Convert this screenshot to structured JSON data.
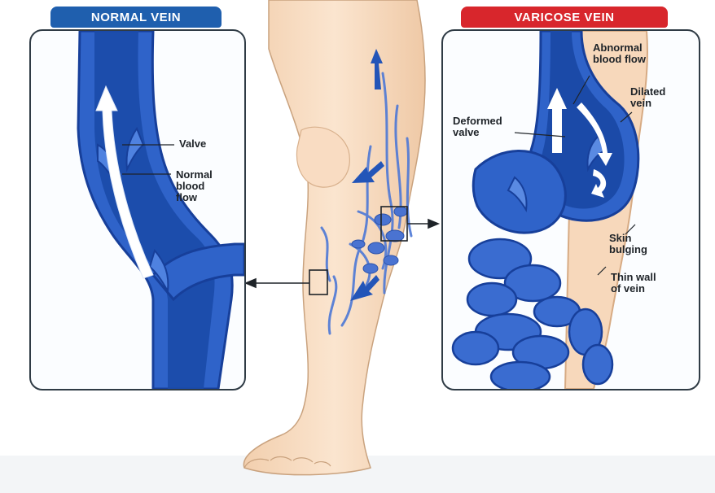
{
  "normal_vein": {
    "title": "NORMAL VEIN",
    "labels": {
      "valve": "Valve",
      "normal_blood_flow": "Normal\nblood\nflow"
    }
  },
  "varicose_vein": {
    "title": "VARICOSE VEIN",
    "labels": {
      "abnormal_blood_flow": "Abnormal\nblood flow",
      "dilated_vein": "Dilated\nvein",
      "deformed_valve": "Deformed\nvalve",
      "skin_bulging": "Skin\nbulging",
      "thin_wall": "Thin wall\nof vein"
    }
  },
  "colors": {
    "normal_tab": "#1f5fae",
    "varicose_tab": "#d8262c",
    "vein_blue": "#2f63c9",
    "vein_dark": "#173f9a",
    "skin": "#f6dcc0",
    "skin_line": "#c9a27e"
  }
}
